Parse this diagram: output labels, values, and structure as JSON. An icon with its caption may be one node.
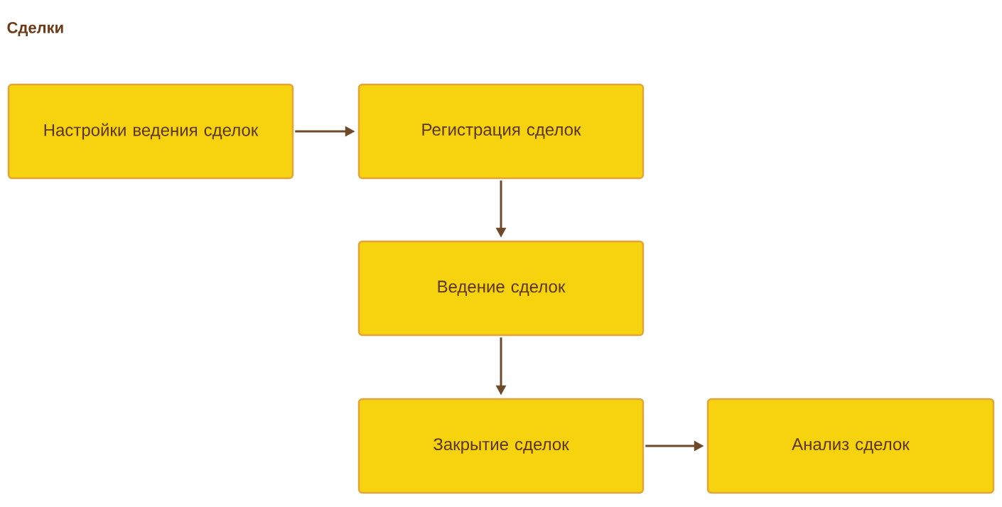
{
  "diagram": {
    "title": "Сделки",
    "nodes": [
      {
        "text": [
          "Настройки ведения сделок"
        ]
      },
      {
        "text": [
          "Регистрация сделок"
        ]
      },
      {
        "text": [
          "Ведение сделок"
        ]
      },
      {
        "text": [
          "Закрытие сделок"
        ]
      },
      {
        "text": [
          "Анализ сделок"
        ]
      }
    ],
    "edges": [
      {
        "from": 0,
        "to": 1,
        "arrow": "to"
      },
      {
        "from": 1,
        "to": 2,
        "arrow": "to"
      },
      {
        "from": 2,
        "to": 3,
        "arrow": "to"
      },
      {
        "from": 3,
        "to": 4,
        "arrow": "to"
      }
    ]
  }
}
